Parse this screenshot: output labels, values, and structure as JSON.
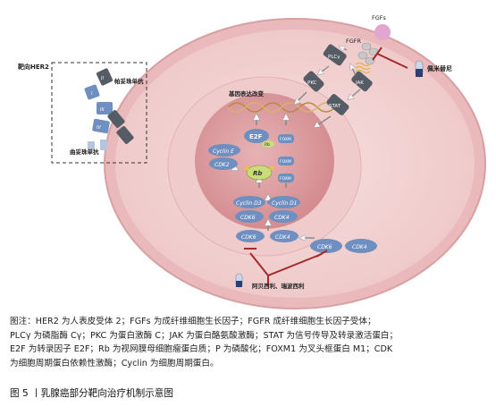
{
  "diagram": {
    "labels": {
      "her2_target": "靶向HER2",
      "pertuzumab": "帕妥珠单抗",
      "trastuzumab": "曲妥珠单抗",
      "domain_i": "I",
      "domain_ii": "II",
      "domain_iii": "III",
      "domain_iv": "IV",
      "fgfs": "FGFs",
      "fgfr": "FGFR",
      "plcy": "PLCγ",
      "pkc": "PKC",
      "jak": "JAK",
      "stat": "STAT",
      "pemigatinib": "佩米替尼",
      "gene_expression": "基因表达改变",
      "e2f": "E2F",
      "rb_small": "Rb",
      "rb_big": "Rb",
      "foxm_1": "FOXM",
      "foxm_2": "FOXM",
      "foxm_3": "FOXM",
      "cyclin_e": "Cyclin E",
      "cdk2": "CDK2",
      "cyclin_d3": "Cyclin D3",
      "cyclin_d1": "Cyclin D1",
      "cdk6_inner": "CDK6",
      "cdk4_inner": "CDK4",
      "cdk6_mid": "CDK6",
      "cdk4_mid": "CDK4",
      "cdk6_out": "CDK6",
      "cdk4_out": "CDK4",
      "drugs": "阿贝西利、瑞波西利"
    },
    "colors": {
      "cell_outer": "#f3d2d2",
      "cell_inner": "#e8aeb1",
      "nucleus": "#dda0a3",
      "protein_blue": "#6e8fbf",
      "protein_dark": "#555c66",
      "inhibitor_red": "#a52a2a"
    }
  },
  "caption": {
    "line1": "图注：HER2 为人表皮受体 2；FGFs 为成纤维细胞生长因子；FGFR 成纤维细胞生长因子受体；",
    "line2": "PLCγ 为磷脂酶 Cγ；PKC 为蛋白激酶 C；JAK 为蛋白酪氨酸激酶；STAT 为信号传导及转录激活蛋白；",
    "line3": "E2F 为转录因子 E2F；Rb 为视网膜母细胞瘤蛋白质；P 为磷酸化；FOXM1 为叉头框蛋白 M1；CDK",
    "line4": "为细胞周期蛋白依赖性激酶；Cyclin 为细胞周期蛋白。",
    "figure_title": "图 5 丨乳腺癌部分靶向治疗机制示意图"
  }
}
